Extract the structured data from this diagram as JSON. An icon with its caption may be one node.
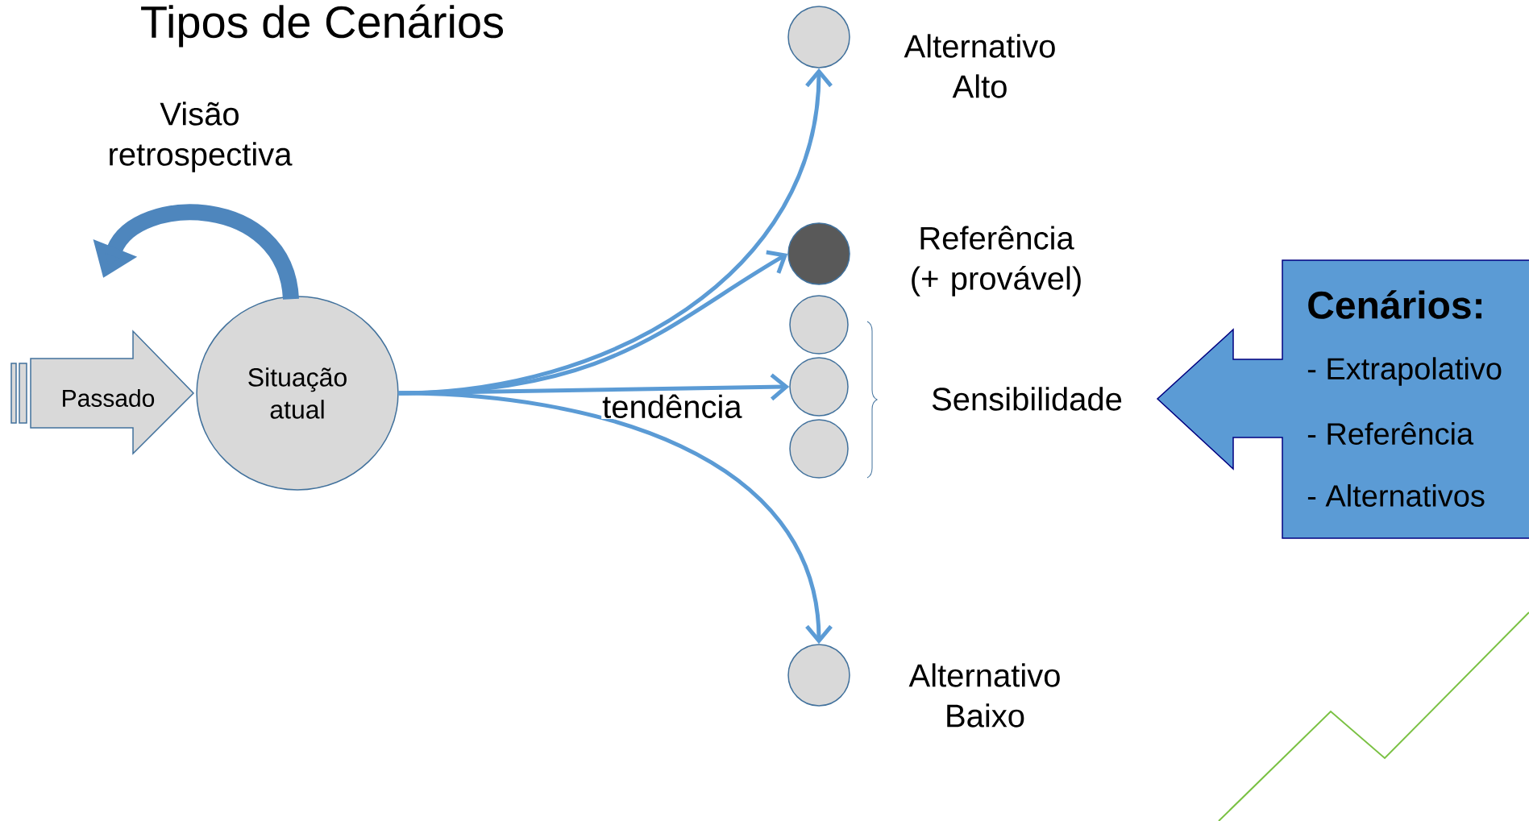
{
  "diagram": {
    "title": "Tipos de Cenários",
    "nodes": [
      {
        "text": [
          "Passado"
        ]
      },
      {
        "text": [
          "Situação atual"
        ]
      },
      {
        "text": [],
        "shape": "circle",
        "beside": [
          "Alternativo Alto"
        ]
      },
      {
        "text": [],
        "shape": "circle",
        "beside": [
          "Referência (+ provável)"
        ]
      },
      {
        "text": [],
        "shape": "circle"
      },
      {
        "text": [],
        "shape": "circle"
      },
      {
        "text": [],
        "shape": "circle"
      },
      {
        "text": [],
        "shape": "circle",
        "beside": [
          "Alternativo Baixo"
        ]
      },
      {
        "text": [
          "Cenários:",
          "- Extrapolativo",
          "- Referência",
          "- Alternativos"
        ]
      }
    ],
    "edges": [
      {
        "from": 1,
        "to": 2,
        "arrow": "to"
      },
      {
        "from": 1,
        "to": 3,
        "arrow": "to"
      },
      {
        "from": 1,
        "to": 5,
        "arrow": "to",
        "label": "tendência"
      },
      {
        "from": 1,
        "to": 7,
        "arrow": "to"
      },
      {
        "from": 1,
        "to": null,
        "arrow": "to",
        "style": "thick"
      }
    ],
    "labels": [
      "Visão retrospectiva",
      "Sensibilidade"
    ]
  }
}
